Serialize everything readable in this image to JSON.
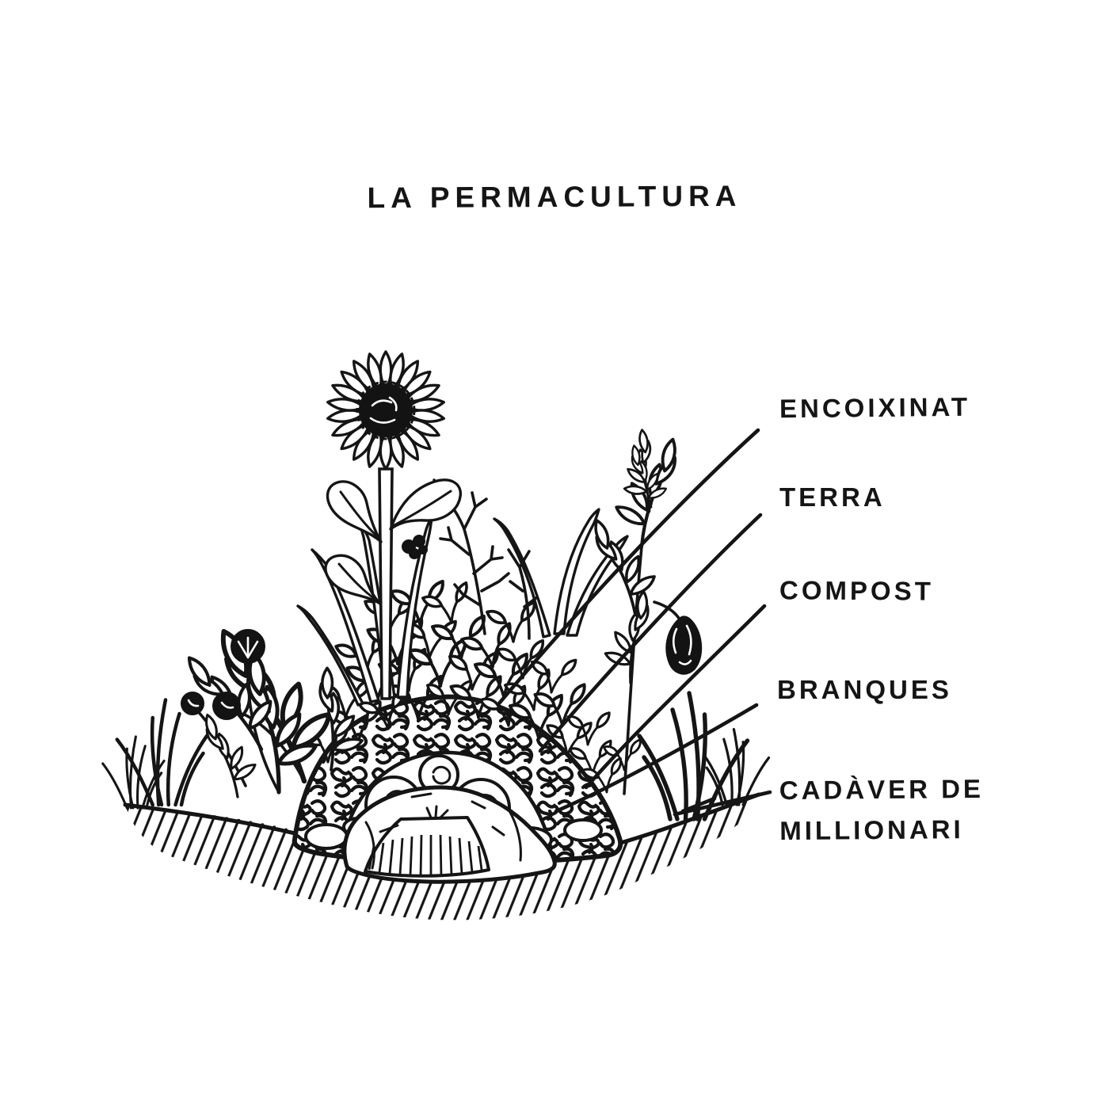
{
  "title": "LA PERMACULTURA",
  "labels": {
    "encoixinat": "ENCOIXINAT",
    "terra": "TERRA",
    "compost": "COMPOST",
    "branques": "BRANQUES",
    "cadaver_line1": "CADÀVER DE",
    "cadaver_line2": "MILLIONARI"
  },
  "palette": {
    "ink": "#151515",
    "background": "#ffffff"
  },
  "illustration": {
    "layers_pointed_to": [
      "mulch sprouts",
      "soil",
      "compost",
      "branches",
      "millionaire corpse"
    ]
  }
}
